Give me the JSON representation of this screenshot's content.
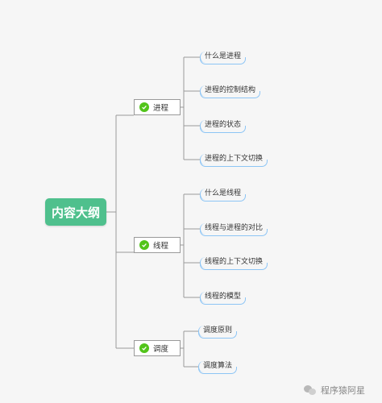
{
  "root": {
    "label": "内容大纲"
  },
  "branches": [
    {
      "label": "进程",
      "leaves": [
        "什么是进程",
        "进程的控制结构",
        "进程的状态",
        "进程的上下文切换"
      ]
    },
    {
      "label": "线程",
      "leaves": [
        "什么是线程",
        "线程与进程的对比",
        "线程的上下文切换",
        "线程的模型"
      ]
    },
    {
      "label": "调度",
      "leaves": [
        "调度原则",
        "调度算法"
      ]
    }
  ],
  "watermark": {
    "text": "程序猿阿星",
    "icon": "wechat-icon"
  },
  "colors": {
    "root": "#4fc08d",
    "check": "#52c41a",
    "leaf_underline": "#8dc5f5",
    "line": "#9a9a9a"
  }
}
